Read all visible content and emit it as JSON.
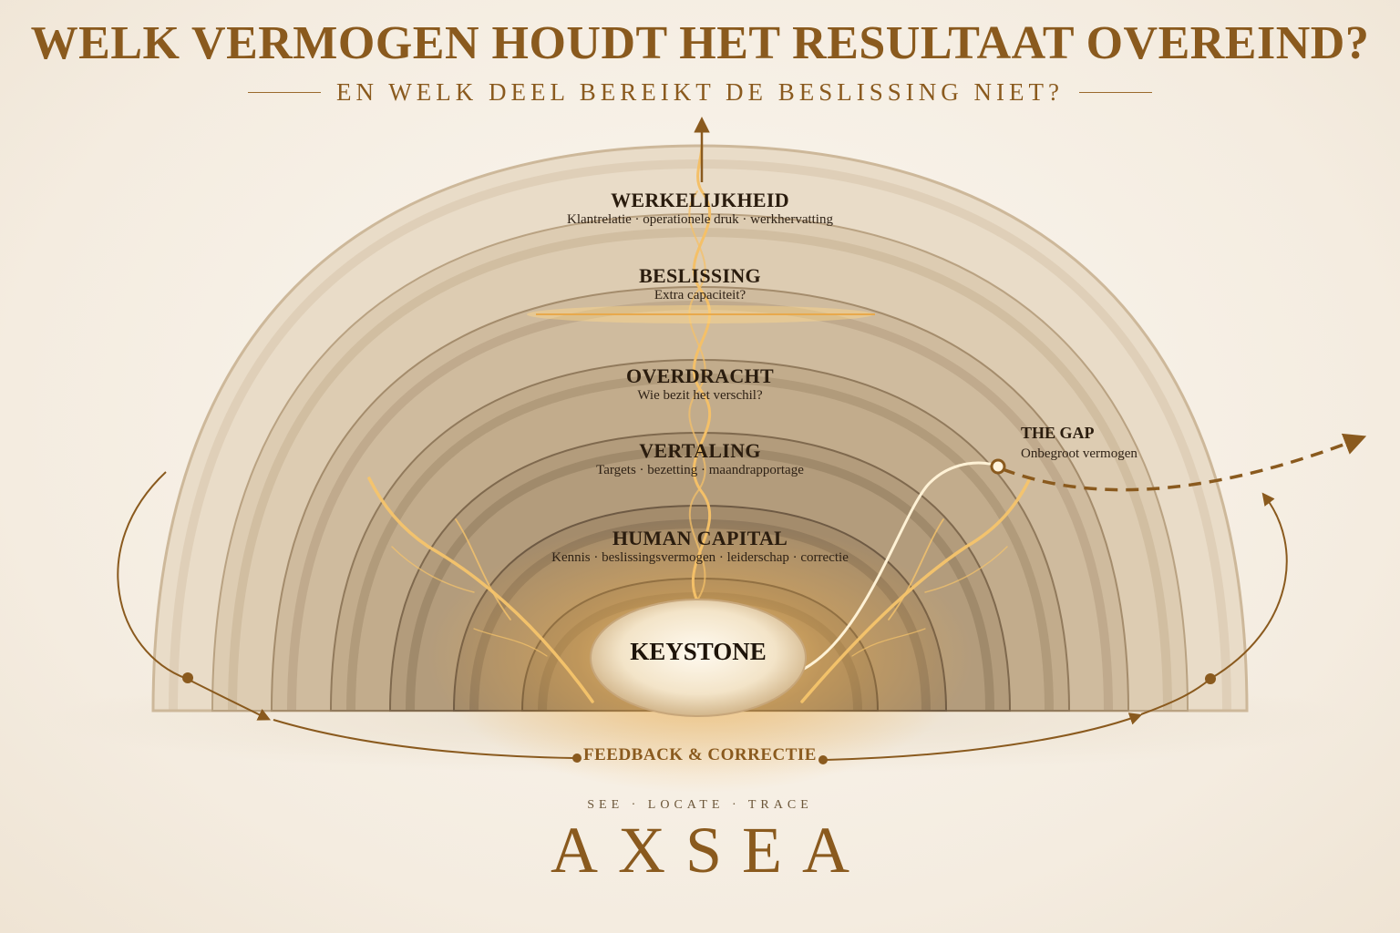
{
  "header": {
    "title": "WELK VERMOGEN HOUDT HET RESULTAAT OVEREIND?",
    "subtitle": "EN WELK DEEL BEREIKT DE BESLISSING NIET?"
  },
  "layers": [
    {
      "title": "WERKELIJKHEID",
      "subtitle": "Klantrelatie · operationele druk · werkhervatting"
    },
    {
      "title": "BESLISSING",
      "subtitle": "Extra capaciteit?"
    },
    {
      "title": "OVERDRACHT",
      "subtitle": "Wie bezit het verschil?"
    },
    {
      "title": "VERTALING",
      "subtitle": "Targets · bezetting · maandrapportage"
    },
    {
      "title": "HUMAN CAPITAL",
      "subtitle": "Kennis · beslissingsvermogen · leiderschap · correctie"
    }
  ],
  "keystone": {
    "label": "KEYSTONE"
  },
  "gap": {
    "title": "THE GAP",
    "subtitle": "Onbegroot vermogen"
  },
  "feedback": {
    "label": "FEEDBACK & CORRECTIE"
  },
  "footer": {
    "tagline": "SEE · LOCATE · TRACE",
    "brand": "AXSEA"
  },
  "colors": {
    "accent": "#8a5a1e",
    "stone_outer": "#d9c8b0",
    "stone_inner": "#6e5a44",
    "glow": "#ffcf7a"
  }
}
